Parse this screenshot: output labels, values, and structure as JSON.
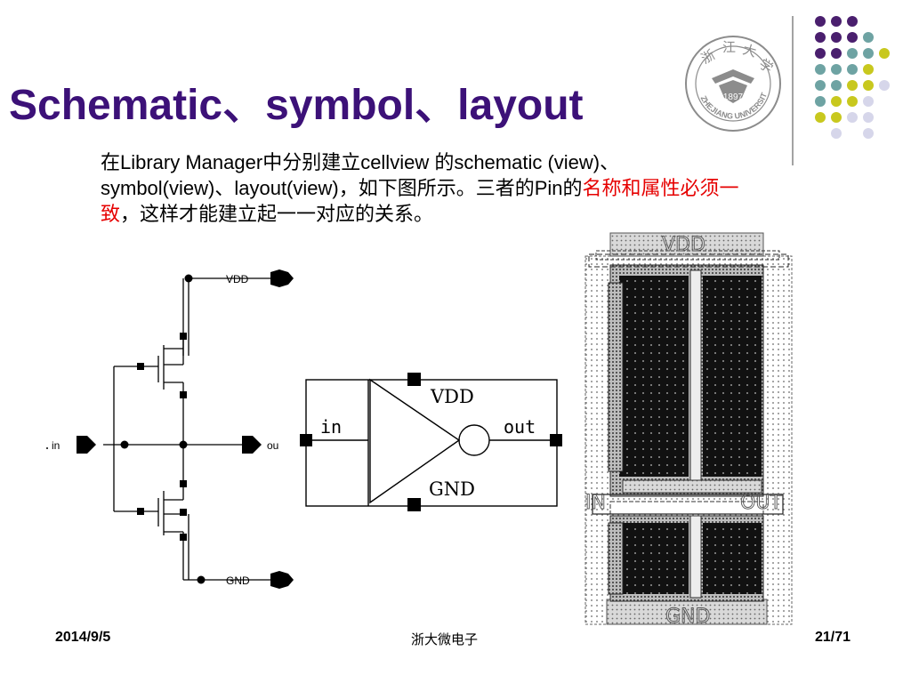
{
  "slide": {
    "title": "Schematic、symbol、layout",
    "body_part1": "在Library Manager中分别建立cellview 的schematic (view)、symbol(view)、layout(view)，如下图所示。三者的Pin的",
    "body_highlight": "名称和属性必须一致",
    "body_part2": "，这样才能建立起一一对应的关系。",
    "highlight_color": "#e60000",
    "title_color": "#3c1178"
  },
  "schematic": {
    "vdd_label": "VDD",
    "in_label": "in",
    "out_label": "ou",
    "gnd_label": "GND"
  },
  "symbol": {
    "vdd_label": "VDD",
    "in_label": "in",
    "out_label": "out",
    "gnd_label": "GND"
  },
  "layout": {
    "vdd_label": "VDD",
    "in_label": "IN",
    "out_label": "OUT",
    "gnd_label": "GND"
  },
  "logo": {
    "year": "1897",
    "name": "ZHEJIANG UNIVERSITY"
  },
  "footer": {
    "date": "2014/9/5",
    "org": "浙大微电子",
    "page": "21/71"
  },
  "colors": {
    "purple": "#4a1f6e",
    "teal": "#6ea3a3",
    "olive": "#c8c81e",
    "lavender": "#d6d6ea"
  }
}
